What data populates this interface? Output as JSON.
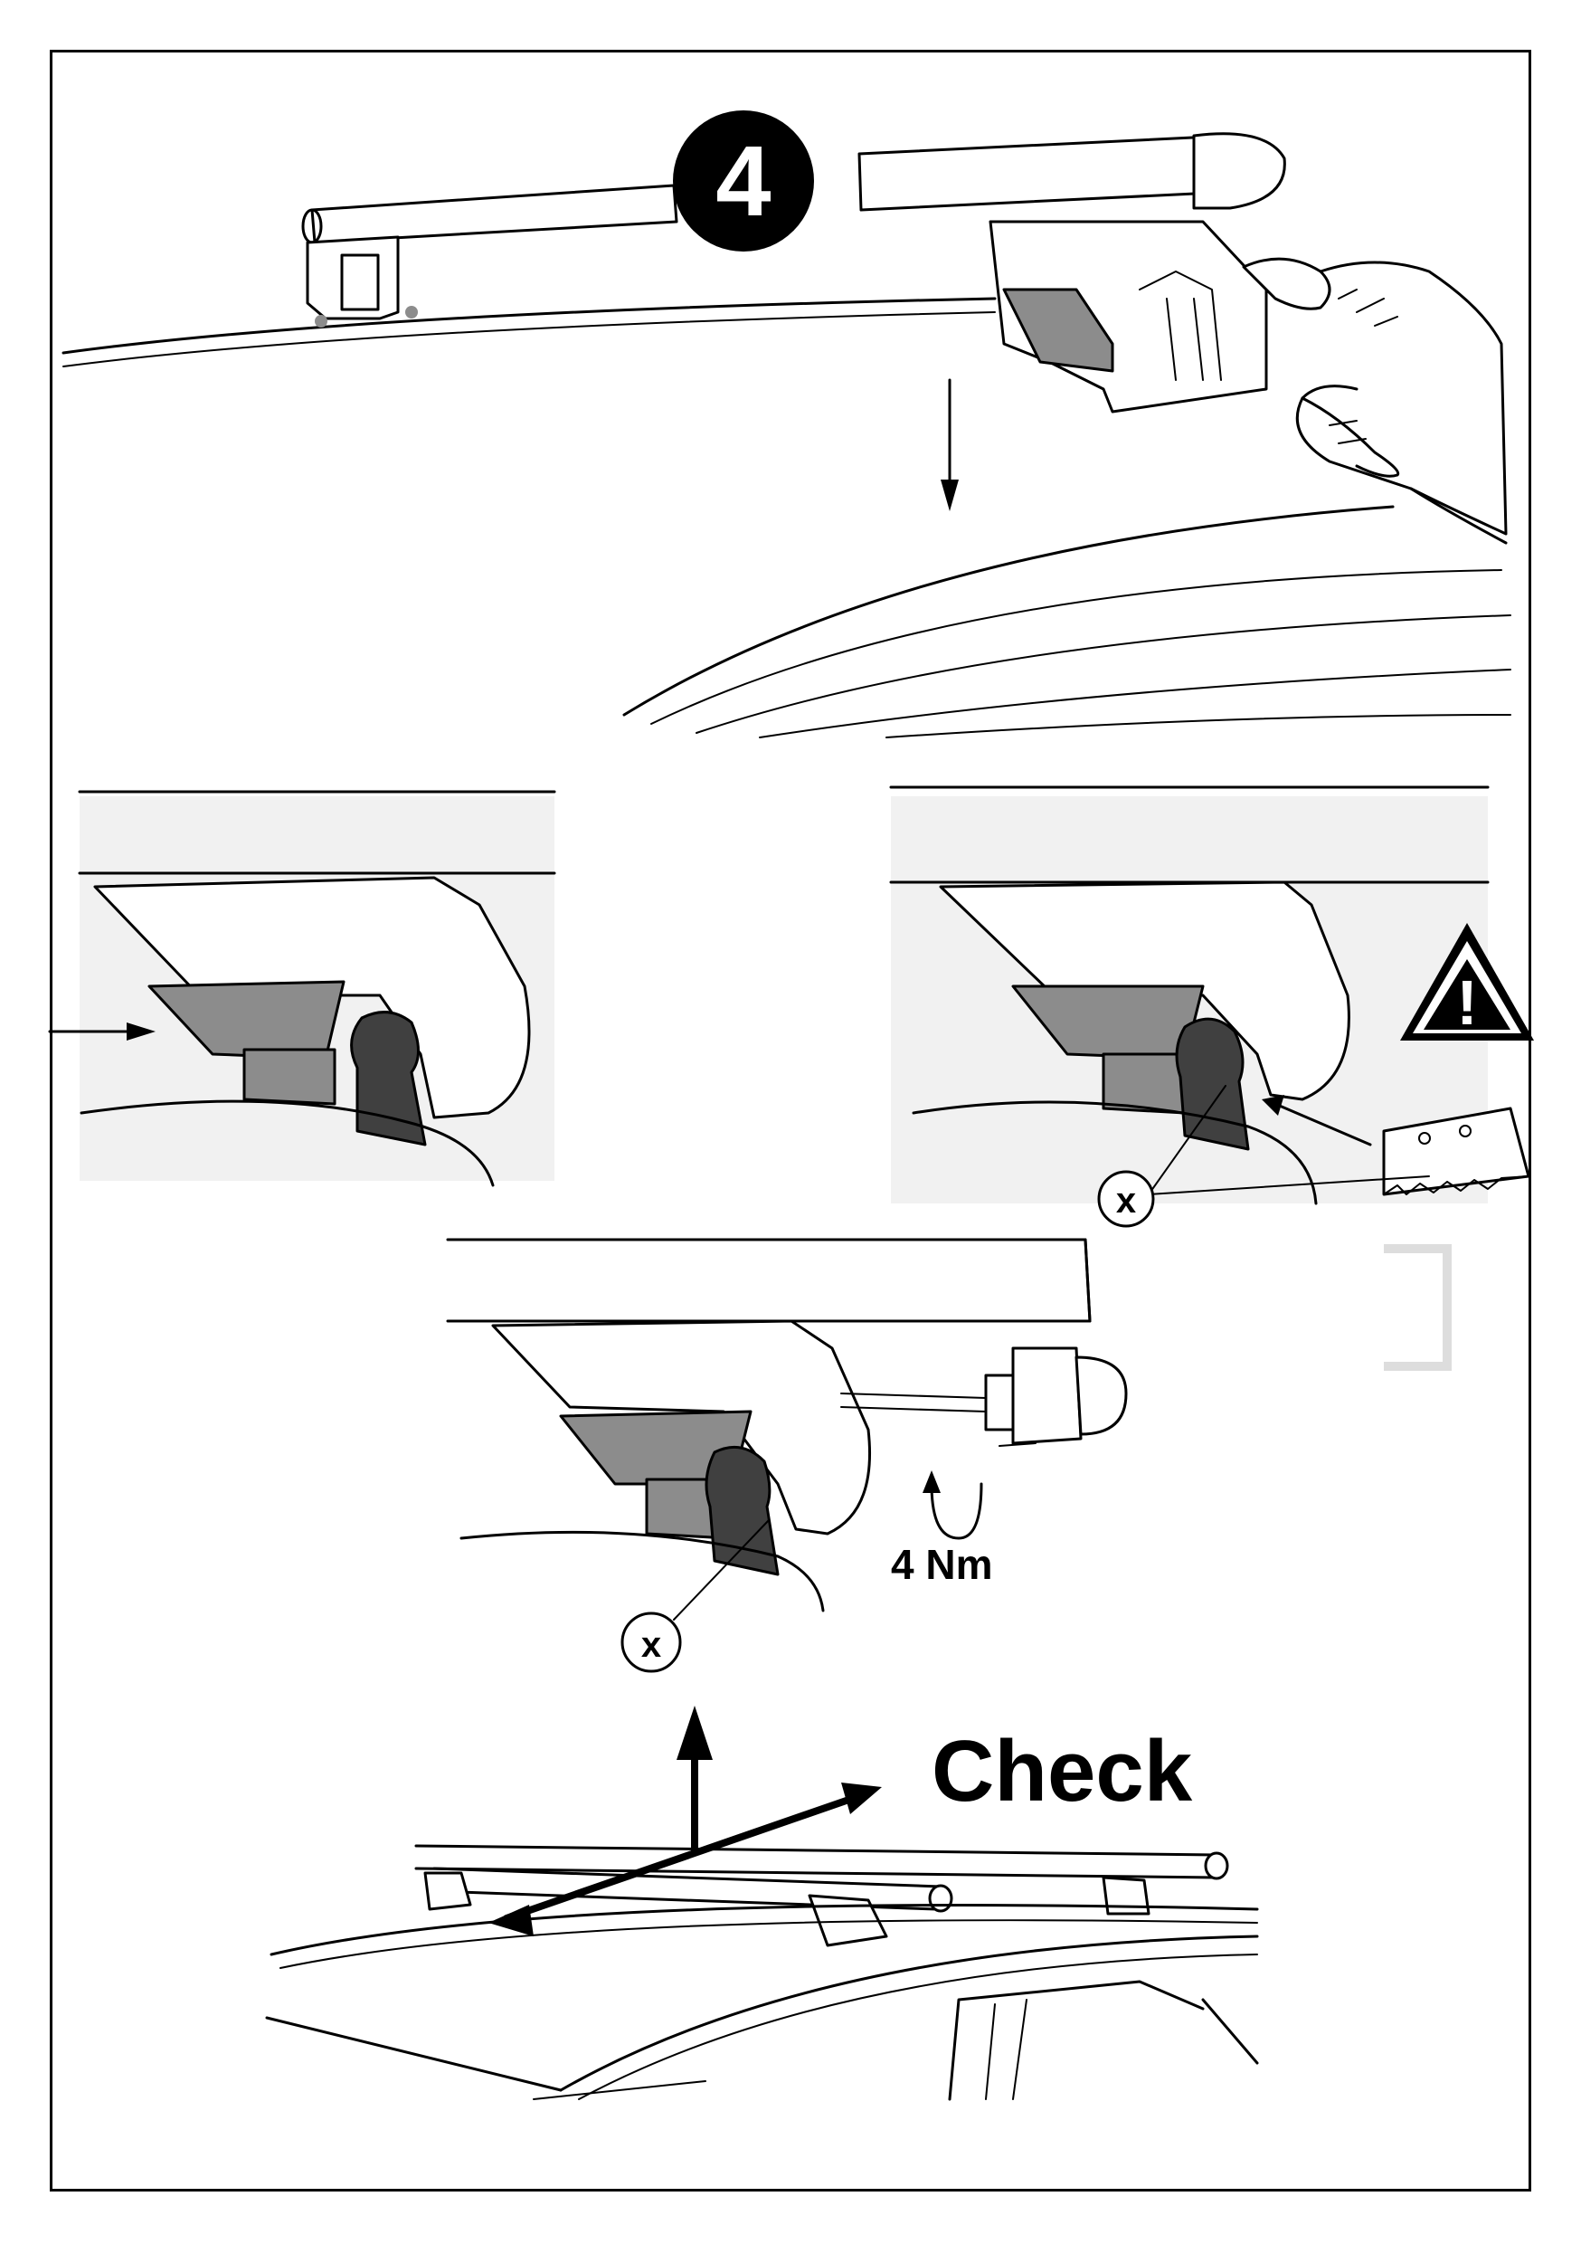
{
  "step": {
    "number": "4"
  },
  "torque": {
    "label": "4 Nm"
  },
  "marker": {
    "label": "x"
  },
  "check": {
    "label": "Check"
  },
  "warning": {
    "symbol": "!"
  },
  "colors": {
    "ink": "#000000",
    "paper": "#ffffff",
    "mid_gray": "#8c8c8c",
    "dark_gray": "#404040",
    "panel_bg": "#f1f1f1"
  },
  "icons": [
    "step-badge-icon",
    "warning-triangle-icon",
    "rotate-arrow-icon",
    "hand-icon",
    "pad-icon"
  ]
}
